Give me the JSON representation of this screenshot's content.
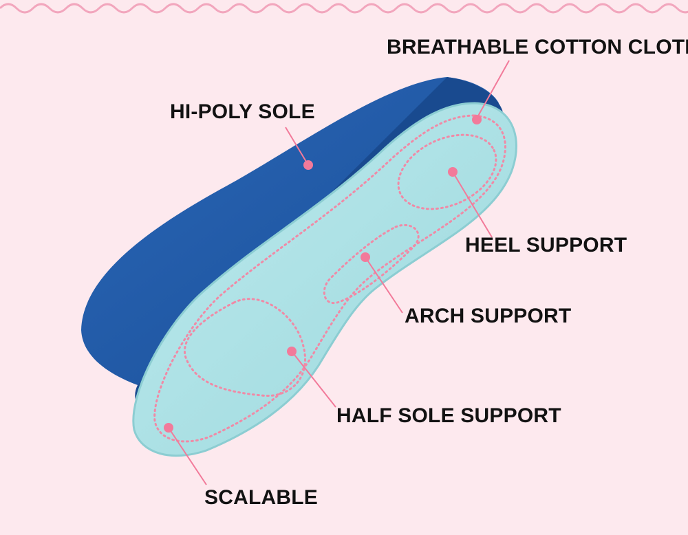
{
  "labels": {
    "breathable_cotton_cloth": "BREATHABLE COTTON CLOTH",
    "hi_poly_sole": "HI-POLY SOLE",
    "heel_support": "HEEL SUPPORT",
    "arch_support": "ARCH SUPPORT",
    "half_sole_support": "HALF SOLE SUPPORT",
    "scalable": "SCALABLE"
  },
  "colors": {
    "background": "#fde9ee",
    "wave_border": "#f2a6bd",
    "sole_blue": "#1f5aa8",
    "insole_mint": "#a6e0e4",
    "stitch_pink": "#f08aa6",
    "callout_pink": "#f27a9a",
    "text": "#121212"
  }
}
